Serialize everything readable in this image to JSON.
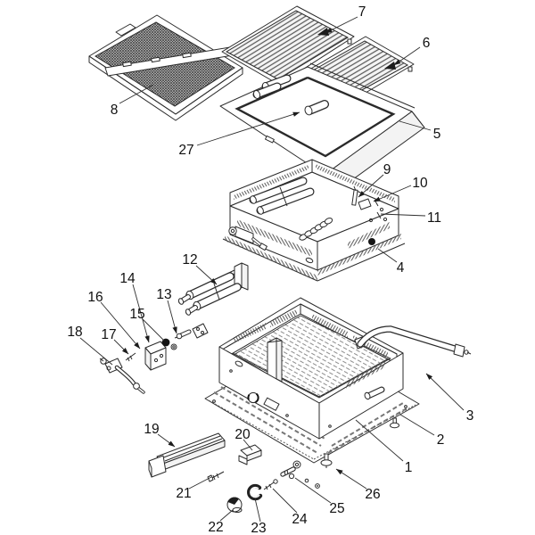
{
  "diagram": {
    "type": "exploded-parts-diagram",
    "subject": "gas-grill-exploded-view",
    "background_color": "#ffffff",
    "line_color": "#2b2b2b",
    "label_color": "#101010",
    "callouts": [
      {
        "label": "1"
      },
      {
        "label": "2"
      },
      {
        "label": "3"
      },
      {
        "label": "4"
      },
      {
        "label": "5"
      },
      {
        "label": "6"
      },
      {
        "label": "7"
      },
      {
        "label": "8"
      },
      {
        "label": "9"
      },
      {
        "label": "10"
      },
      {
        "label": "11"
      },
      {
        "label": "12"
      },
      {
        "label": "13"
      },
      {
        "label": "14"
      },
      {
        "label": "15"
      },
      {
        "label": "16"
      },
      {
        "label": "17"
      },
      {
        "label": "18"
      },
      {
        "label": "19"
      },
      {
        "label": "20"
      },
      {
        "label": "21"
      },
      {
        "label": "22"
      },
      {
        "label": "23"
      },
      {
        "label": "24"
      },
      {
        "label": "25"
      },
      {
        "label": "26"
      },
      {
        "label": "27"
      }
    ]
  }
}
